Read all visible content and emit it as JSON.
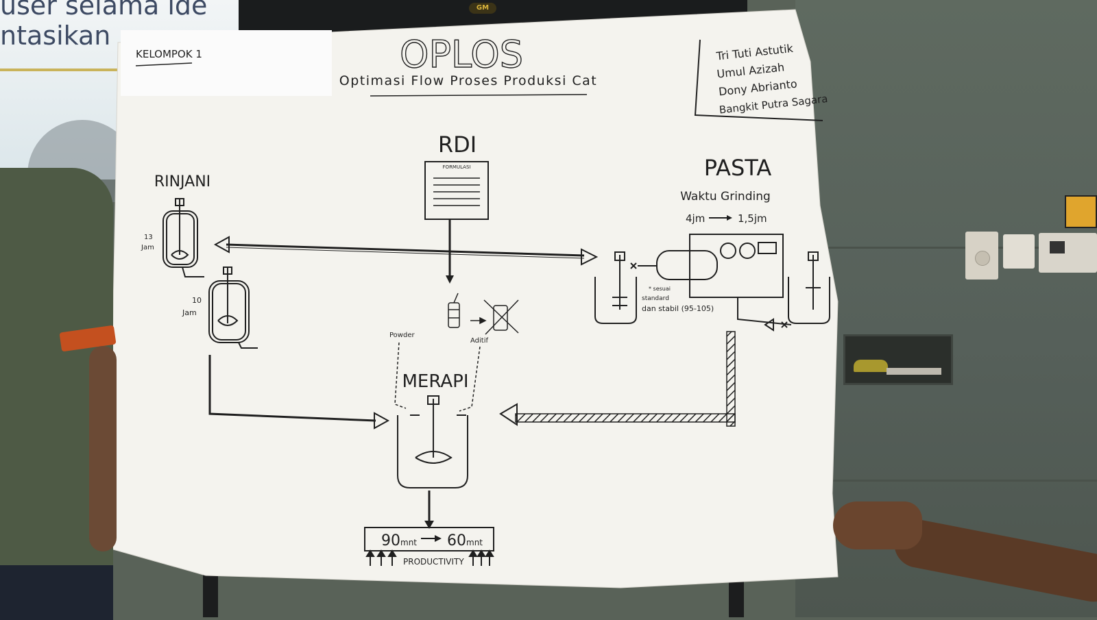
{
  "background_screen": {
    "line1": "user selama ide",
    "line2": "ntasikan"
  },
  "easel": {
    "brand": "GM"
  },
  "poster": {
    "group_label": "KELOMPOK 1",
    "title": "OPLOS",
    "subtitle": "Optimasi Flow Proses Produksi Cat",
    "members": [
      "Tri Tuti Astutik",
      "Umul Azizah",
      "Dony Abrianto",
      "Bangkit Putra Sagara"
    ],
    "rdi": {
      "label": "RDI",
      "doc_label": "FORMULASI"
    },
    "rinjani": {
      "label": "RINJANI",
      "tank1_time": [
        "13",
        "Jam"
      ],
      "tank2_time": [
        "10",
        "Jam"
      ]
    },
    "pasta": {
      "label": "PASTA",
      "grinding_label": "Waktu Grinding",
      "from": "4jm",
      "to": "1,5jm",
      "note": [
        "* sesuai",
        "standard",
        "dan stabil (95-105)"
      ]
    },
    "merapi": {
      "label": "MERAPI",
      "powder": "Powder",
      "aditif": "Aditif"
    },
    "result": {
      "from": "90",
      "from_unit": "mnt",
      "to": "60",
      "to_unit": "mnt"
    },
    "productivity": "PRODUCTIVITY"
  },
  "colors": {
    "paper": "#f4f3ee",
    "ink": "#1f1f1f",
    "wall": "#596258"
  }
}
